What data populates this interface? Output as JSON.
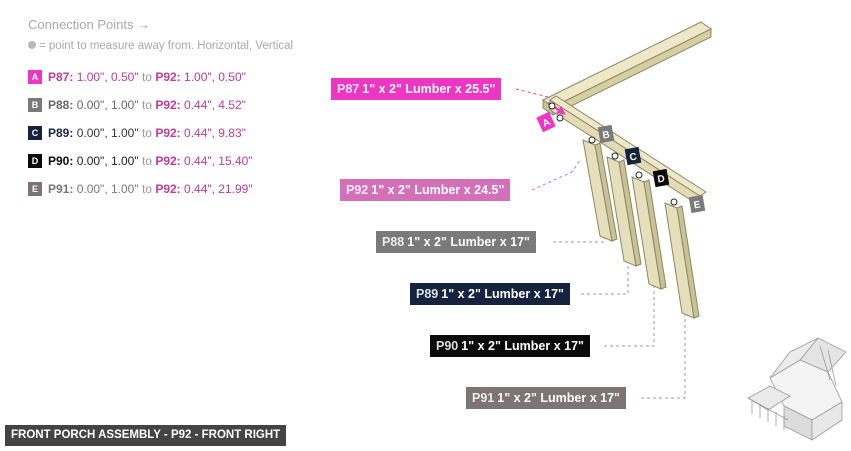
{
  "connection_points": {
    "title": "Connection Points →",
    "legend": "= point to measure away from. Horizontal, Vertical",
    "rows": [
      {
        "badge": "A",
        "color": "#ee36c5",
        "from": "P87:",
        "from_val": "1.00\", 0.50\"",
        "to": "to",
        "target": "P92:",
        "target_val": "1.00\", 0.50\""
      },
      {
        "badge": "B",
        "color": "#7a7a7a",
        "from": "P88:",
        "from_val": "0.00\", 1.00\"",
        "to": "to",
        "target": "P92:",
        "target_val": "0.44\", 4.52\""
      },
      {
        "badge": "C",
        "color": "#16233f",
        "from": "P89:",
        "from_val": "0.00\", 1.00\"",
        "to": "to",
        "target": "P92:",
        "target_val": "0.44\", 9.83\""
      },
      {
        "badge": "D",
        "color": "#0a0a0a",
        "from": "P90:",
        "from_val": "0.00\", 1.00\"",
        "to": "to",
        "target": "P92:",
        "target_val": "0.44\", 15.40\""
      },
      {
        "badge": "E",
        "color": "#7d7575",
        "from": "P91:",
        "from_val": "0.00\", 1.00\"",
        "to": "to",
        "target": "P92:",
        "target_val": "0.44\", 21.99\""
      }
    ]
  },
  "parts": [
    {
      "code": "P87",
      "label": "1\" x 2\" Lumber x 25.5\"",
      "color": "#ee36c5"
    },
    {
      "code": "P92",
      "label": "1\" x 2\" Lumber x 24.5\"",
      "color": "#d46fb9"
    },
    {
      "code": "P88",
      "label": "1\" x 2\" Lumber x 17\"",
      "color": "#7a7a7a"
    },
    {
      "code": "P89",
      "label": "1\" x 2\" Lumber x 17\"",
      "color": "#16233f"
    },
    {
      "code": "P90",
      "label": "1\" x 2\" Lumber x 17\"",
      "color": "#0a0a0a"
    },
    {
      "code": "P91",
      "label": "1\" x 2\" Lumber x 17\"",
      "color": "#7d7575"
    }
  ],
  "markers": [
    "A",
    "B",
    "C",
    "D",
    "E"
  ],
  "footer": "FRONT PORCH ASSEMBLY - P92 - FRONT RIGHT",
  "colors": {
    "lumber": "#e6dfbc",
    "lumber_edge": "#8d8766",
    "accent": "#ee36c5"
  },
  "icons": {
    "direction": "arrow-right-icon",
    "dot": "dot-icon",
    "thumbnail": "house-thumbnail-icon"
  }
}
